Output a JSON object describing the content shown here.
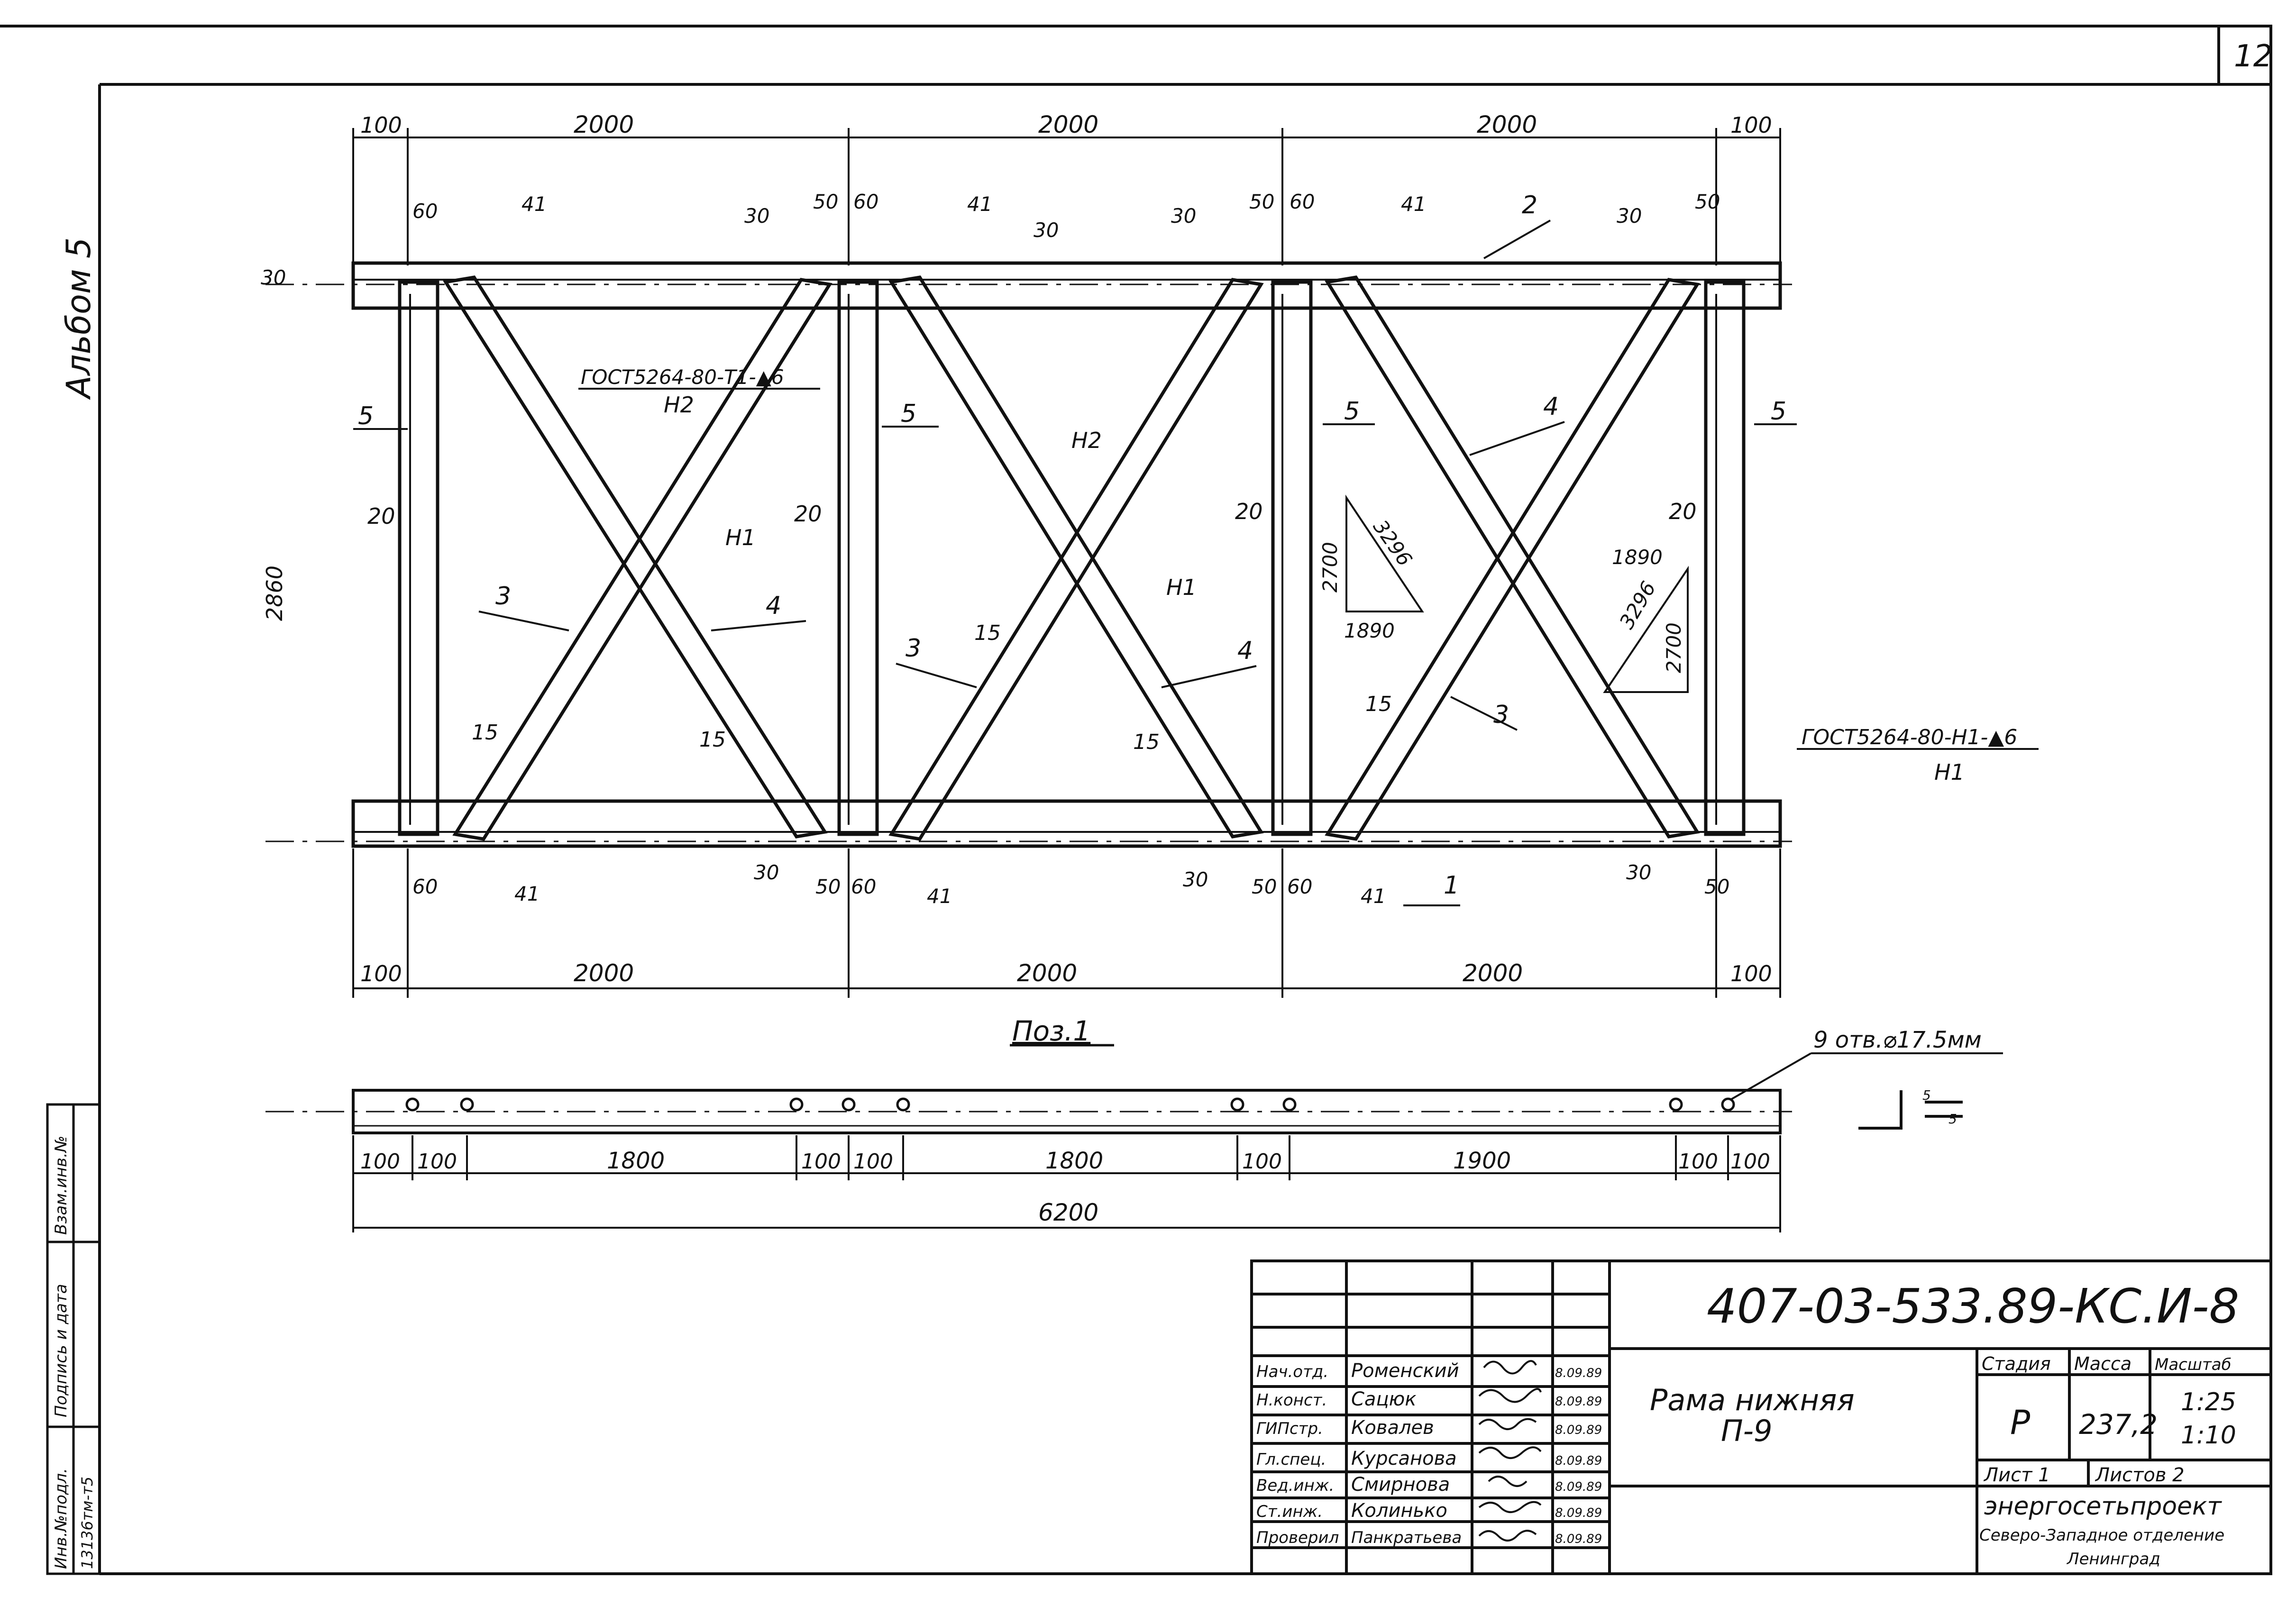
{
  "sheet": {
    "sheet_number": "12",
    "album": "Альбом 5",
    "doc_code": "407-03-533.89-КС.И-8",
    "title_line1": "Рама нижняя",
    "title_line2": "П-9",
    "org_name": "энергосетьпроект",
    "org_sub1": "Северо-Западное отделение",
    "org_sub2": "Ленинград",
    "stage_header": "Стадия",
    "mass_header": "Масса",
    "scale_header": "Масштаб",
    "stage": "Р",
    "mass": "237,2",
    "scale1": "1:25",
    "scale2": "1:10",
    "sheet_label": "Лист 1",
    "sheets_label": "Листов 2"
  },
  "side_stamp": {
    "inv_label": "Инв.№подл.",
    "inv_value": "13136тм-т5",
    "sign_label": "Подпись и дата",
    "ref_label": "Взам.инв.№"
  },
  "signatures": [
    {
      "role": "Нач.отд.",
      "name": "Роменский",
      "date": "8.09.89"
    },
    {
      "role": "Н.конст.",
      "name": "Сацюк",
      "date": "8.09.89"
    },
    {
      "role": "ГИПстр.",
      "name": "Ковалев",
      "date": "8.09.89"
    },
    {
      "role": "Гл.спец.",
      "name": "Курсанова",
      "date": "8.09.89"
    },
    {
      "role": "Вед.инж.",
      "name": "Смирнова",
      "date": "8.09.89"
    },
    {
      "role": "Ст.инж.",
      "name": "Колинько",
      "date": "8.09.89"
    },
    {
      "role": "Проверил",
      "name": "Панкратьева",
      "date": "8.09.89"
    }
  ],
  "frame_dims": {
    "top_outer": "100",
    "top_span": "2000",
    "bottom_span": "2000",
    "end_100": "100",
    "d60": "60",
    "d50": "50",
    "d30": "30",
    "d41": "41",
    "d20": "20",
    "d15": "15",
    "h_overall": "2860"
  },
  "weld_notes": {
    "top_gost": "ГОСТ5264-80-Т1-▲6",
    "top_gost_sub": "Н2",
    "right_gost": "ГОСТ5264-80-Н1-▲6",
    "right_gost_sub": "Н1",
    "n1": "Н1",
    "n2": "Н2"
  },
  "part_marks": {
    "p1": "1",
    "p2": "2",
    "p3": "3",
    "p4": "4",
    "p5": "5"
  },
  "triangles": {
    "a_vertical": "2700",
    "a_horizontal": "1890",
    "a_hyp": "3296",
    "b_vertical": "2700",
    "b_horizontal": "1890",
    "b_hyp": "3296"
  },
  "pos1": {
    "title": "Поз.1",
    "holes_note": "9 отв.⌀17.5мм",
    "dims": [
      "100",
      "100",
      "1800",
      "100",
      "100",
      "1800",
      "100",
      "1900",
      "100",
      "100"
    ],
    "total": "6200",
    "section_a": "5",
    "section_b": "5"
  }
}
